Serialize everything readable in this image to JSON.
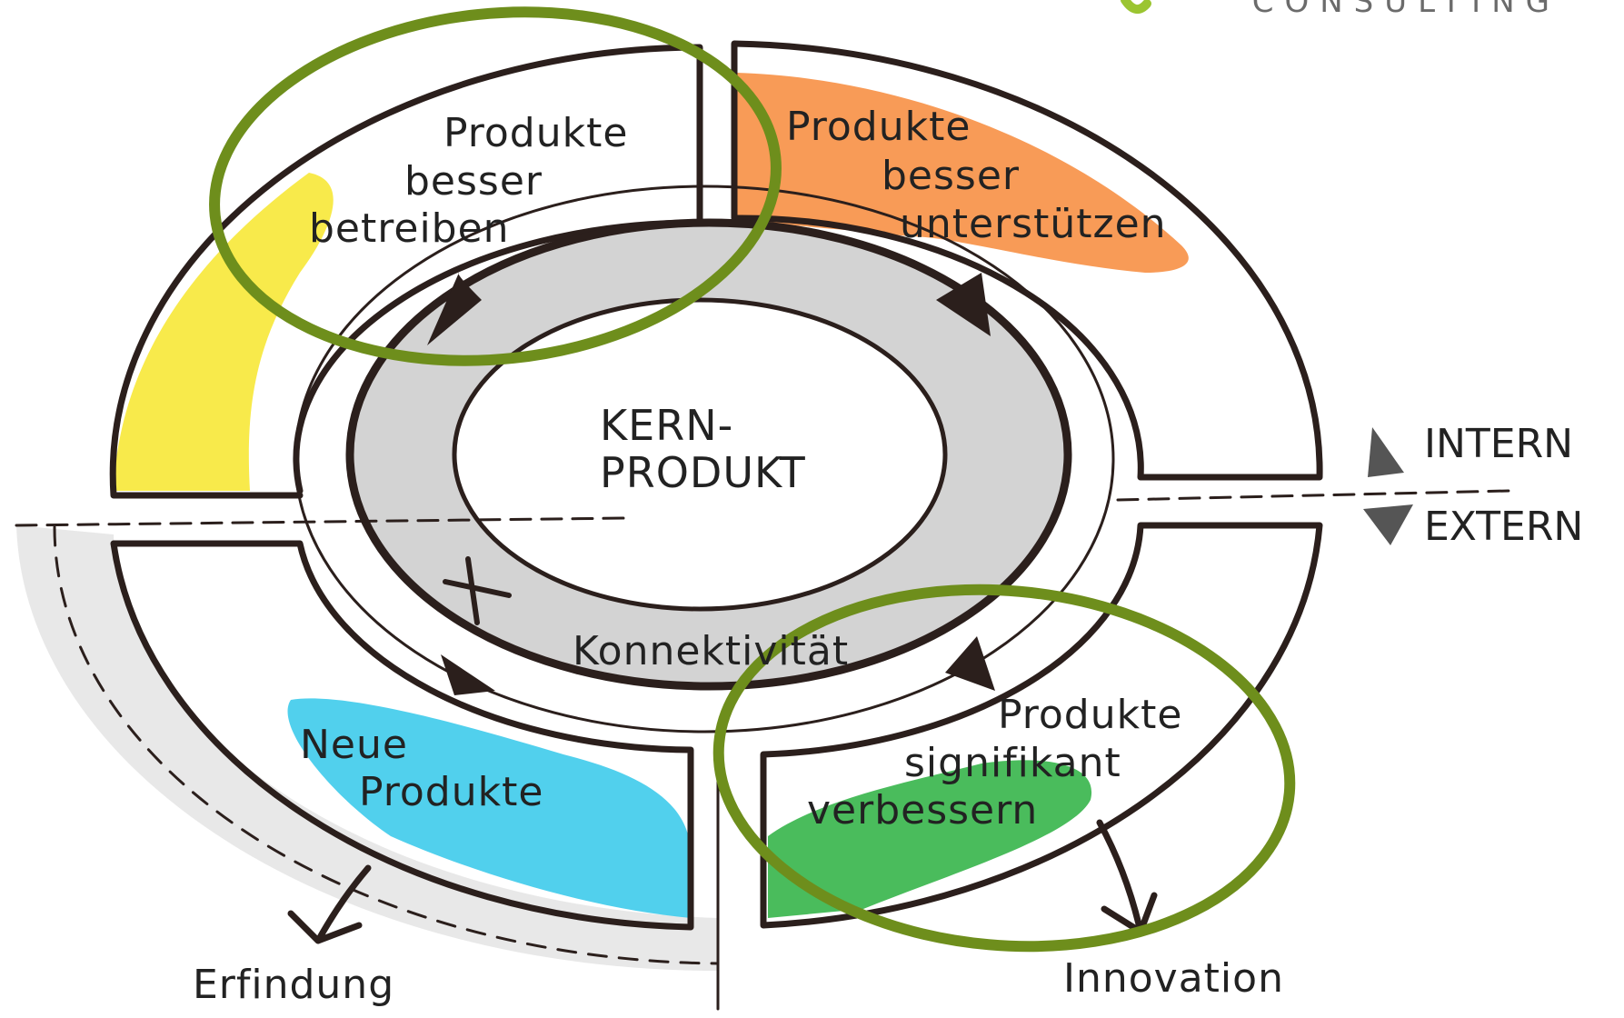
{
  "logo": {
    "wordmark": "CONSULTING",
    "accent_color": "#9BC531"
  },
  "core": {
    "line1": "KERN-",
    "line2": "PRODUKT"
  },
  "ring_label": "Konnektivität",
  "plus_symbol": "+",
  "segments": {
    "top_left": {
      "lines": [
        "Produkte",
        "besser",
        "betreiben"
      ],
      "color": "#F7E62B"
    },
    "top_right": {
      "lines": [
        "Produkte",
        "besser",
        "unterstützen"
      ],
      "color": "#F7893A"
    },
    "bottom_left": {
      "lines": [
        "Neue",
        "Produkte"
      ],
      "color": "#3ECBEB"
    },
    "bottom_right": {
      "lines": [
        "Produkte",
        "signifikant",
        "verbessern"
      ],
      "color": "#36B54A"
    }
  },
  "axis": {
    "intern": "INTERN",
    "extern": "EXTERN"
  },
  "outcomes": {
    "left": "Erfindung",
    "right": "Innovation"
  },
  "highlight_color": "#6E8E1C",
  "stroke_color": "#2B1F1C"
}
